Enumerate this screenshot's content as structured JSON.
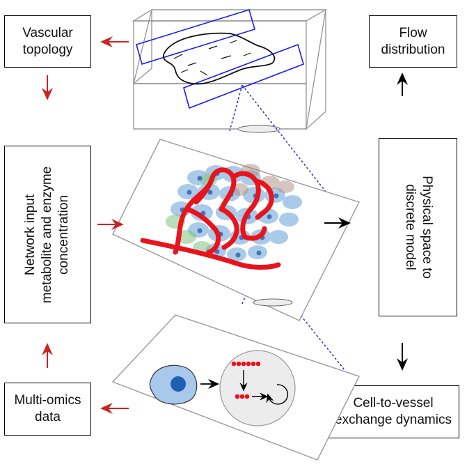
{
  "boxes": {
    "vascular": [
      "Vascular",
      "topology"
    ],
    "flow": [
      "Flow",
      "distribution"
    ],
    "network": [
      "Network input",
      "metabolite and enzyme",
      "concentration"
    ],
    "physical": [
      "Physical space to",
      "discrete model"
    ],
    "omics": [
      "Multi-omics",
      "data"
    ],
    "exchange": [
      "Cell-to-vessel",
      "exchange dynamics"
    ]
  },
  "colors": {
    "red_arrow": "#cc2222",
    "vessel_red": "#e8141c",
    "blue_frame": "#1a1aff",
    "dotted_blue": "#1a1acc",
    "cell_blue": "#4a8fd0",
    "cell_green": "#6ab86a",
    "cell_brown": "#a07868"
  }
}
